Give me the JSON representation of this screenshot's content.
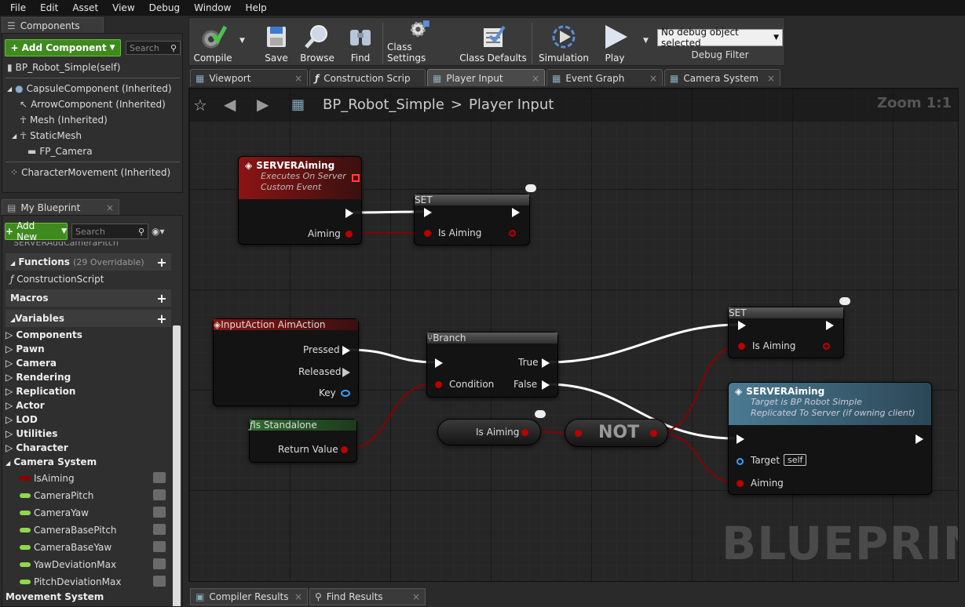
{
  "menu": [
    "File",
    "Edit",
    "Asset",
    "View",
    "Debug",
    "Window",
    "Help"
  ],
  "components": {
    "tab": "Components",
    "add_label": "Add Component",
    "search_placeholder": "Search",
    "root": "BP_Robot_Simple(self)",
    "items": [
      "CapsuleComponent (Inherited)",
      "ArrowComponent (Inherited)",
      "Mesh (Inherited)",
      "StaticMesh",
      "FP_Camera",
      "CharacterMovement (Inherited)"
    ]
  },
  "my_blueprint": {
    "tab": "My Blueprint",
    "add_label": "Add New",
    "search_placeholder": "Search",
    "scrolled_item": "SERVERAddCameraPitch",
    "functions_label": "Functions",
    "functions_count": "(29 Overridable)",
    "construction_script": "ConstructionScript",
    "macros_label": "Macros",
    "variables_label": "Variables",
    "categories": [
      "Components",
      "Pawn",
      "Camera",
      "Rendering",
      "Replication",
      "Actor",
      "LOD",
      "Utilities",
      "Character",
      "Camera System"
    ],
    "vars": [
      {
        "name": "IsAiming",
        "color": "#8b0000"
      },
      {
        "name": "CameraPitch",
        "color": "#8fd84a"
      },
      {
        "name": "CameraYaw",
        "color": "#8fd84a"
      },
      {
        "name": "CameraBasePitch",
        "color": "#8fd84a"
      },
      {
        "name": "CameraBaseYaw",
        "color": "#8fd84a"
      },
      {
        "name": "YawDeviationMax",
        "color": "#8fd84a"
      },
      {
        "name": "PitchDeviationMax",
        "color": "#8fd84a"
      }
    ],
    "last_category": "Movement System"
  },
  "toolbar": {
    "compile": "Compile",
    "save": "Save",
    "browse": "Browse",
    "find": "Find",
    "class_settings": "Class Settings",
    "class_defaults": "Class Defaults",
    "simulation": "Simulation",
    "play": "Play",
    "debug_select": "No debug object selected",
    "debug_filter": "Debug Filter"
  },
  "tabs": [
    "Viewport",
    "Construction Scrip",
    "Player Input",
    "Event Graph",
    "Camera System"
  ],
  "graph": {
    "breadcrumb_root": "BP_Robot_Simple",
    "breadcrumb_sep": ">",
    "breadcrumb_page": "Player Input",
    "zoom": "Zoom 1:1",
    "watermark": "BLUEPRINT",
    "n1_title": "SERVERAiming",
    "n1_sub1": "Executes On Server",
    "n1_sub2": "Custom Event",
    "n1_pin": "Aiming",
    "set1_title": "SET",
    "set1_pin": "Is Aiming",
    "ia_title": "InputAction AimAction",
    "ia_pressed": "Pressed",
    "ia_released": "Released",
    "ia_key": "Key",
    "branch_title": "Branch",
    "branch_cond": "Condition",
    "branch_true": "True",
    "branch_false": "False",
    "std_title": "Is Standalone",
    "std_ret": "Return Value",
    "get_label": "Is Aiming",
    "not_label": "NOT",
    "set2_title": "SET",
    "set2_pin": "Is Aiming",
    "srv_title": "SERVERAiming",
    "srv_sub1": "Target is BP Robot Simple",
    "srv_sub2": "Replicated To Server (if owning client)",
    "srv_target": "Target",
    "srv_self": "self",
    "srv_aiming": "Aiming"
  },
  "bottom_tabs": [
    "Compiler Results",
    "Find Results"
  ]
}
